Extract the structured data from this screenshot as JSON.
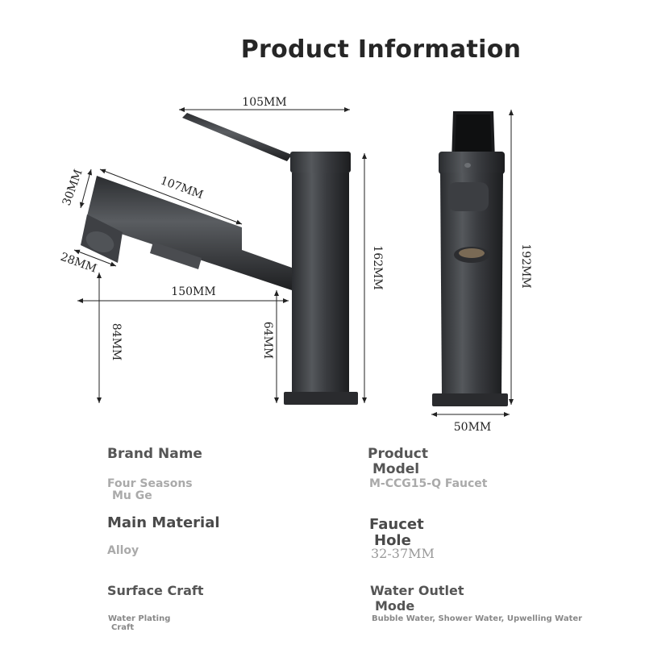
{
  "title": "Product Information",
  "dimensions": {
    "top_width": "105MM",
    "spout_length": "107MM",
    "head_height": "30MM",
    "head_diameter": "28MM",
    "reach": "150MM",
    "tap_height": "162MM",
    "base_to_head": "84MM",
    "base_to_spout": "64MM",
    "side_height": "192MM",
    "base_diameter": "50MM"
  },
  "specs": {
    "brand_label_1": "Brand Name",
    "brand_value_1": "Four Seasons",
    "brand_value_2": "Mu Ge",
    "model_label_1": "Product",
    "model_label_2": "Model",
    "model_value": "M-CCG15-Q Faucet",
    "material_label": "Main Material",
    "material_value": "Alloy",
    "hole_label_1": "Faucet",
    "hole_label_2": "Hole",
    "hole_value": "32-37MM",
    "surface_label": "Surface Craft",
    "surface_value_1": "Water Plating",
    "surface_value_2": "Craft",
    "outlet_label_1": "Water Outlet",
    "outlet_label_2": "Mode",
    "outlet_value": "Bubble Water, Shower Water, Upwelling Water"
  }
}
